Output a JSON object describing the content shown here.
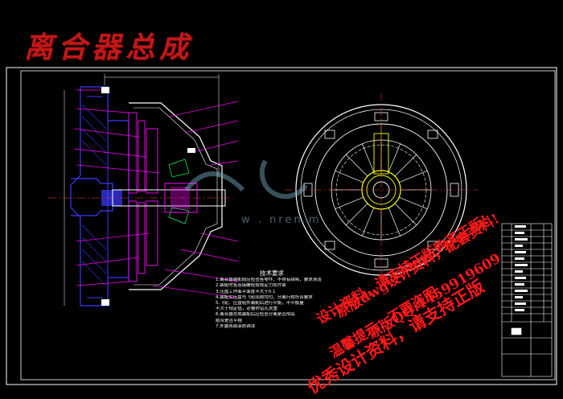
{
  "drawing": {
    "title": "离合器总成",
    "requirements_title": "技术要求",
    "requirements": [
      "1.离合器装配前应检查各零件，不得有缺陷，要求清洁",
      "2.装配时各连接螺栓按规定力矩拧紧",
      "3.压盘工作面平面度不大于0.1",
      "4.装配后压盘与飞轮间隙均匀，分离行程符合要求",
      "5.飞轮、压盘组件装配后进行平衡，不平衡量",
      "  不大于规定值，必要时钻孔去重",
      "6.离合器总成装配后应检查分离是否彻底",
      "  结合是否平稳",
      "7.外露表面涂防锈漆"
    ]
  },
  "watermark": {
    "url": "w  .  nren    m",
    "lines": [
      "原版dwg设计资料，配套资料!",
      "原版QQ:1459919609",
      "设计资料，请支持正版购买正版!",
      "温馨提示：不要盗图",
      "优秀设计资料，请支持正版"
    ]
  },
  "colors": {
    "background": "#000000",
    "frame": "#ffffff",
    "title": "#c01818",
    "magenta_leader": "#ff00ff",
    "blue_section": "#3a3aff",
    "yellow_center": "#ffff00",
    "watermark": "#ff1a1a"
  }
}
